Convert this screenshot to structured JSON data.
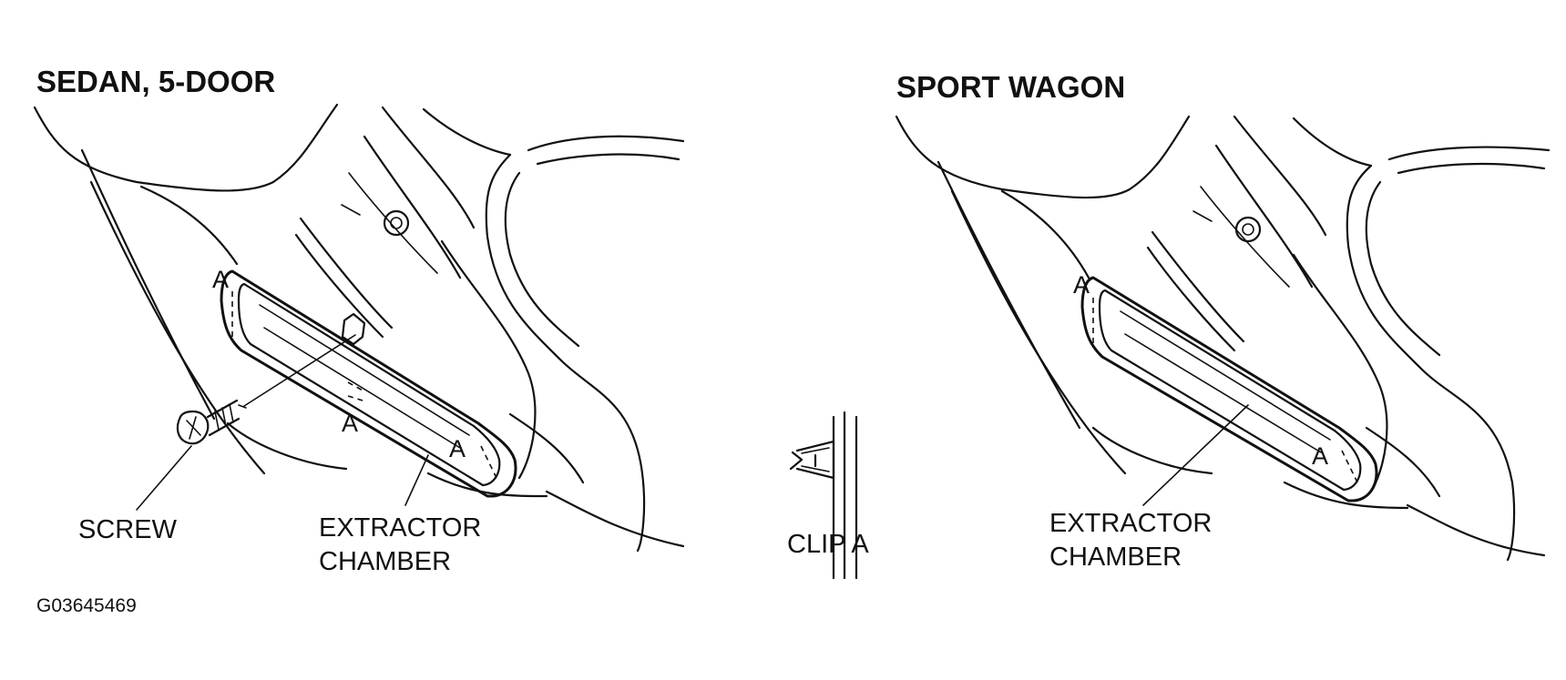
{
  "panels": {
    "sedan": {
      "title": "SEDAN, 5-DOOR",
      "screw_label": "SCREW",
      "chamber_label_line1": "EXTRACTOR",
      "chamber_label_line2": "CHAMBER",
      "clip_marker": "A"
    },
    "clip": {
      "label": "CLIP A"
    },
    "wagon": {
      "title": "SPORT WAGON",
      "chamber_label_line1": "EXTRACTOR",
      "chamber_label_line2": "CHAMBER",
      "clip_marker": "A"
    }
  },
  "figure_code": "G03645469"
}
